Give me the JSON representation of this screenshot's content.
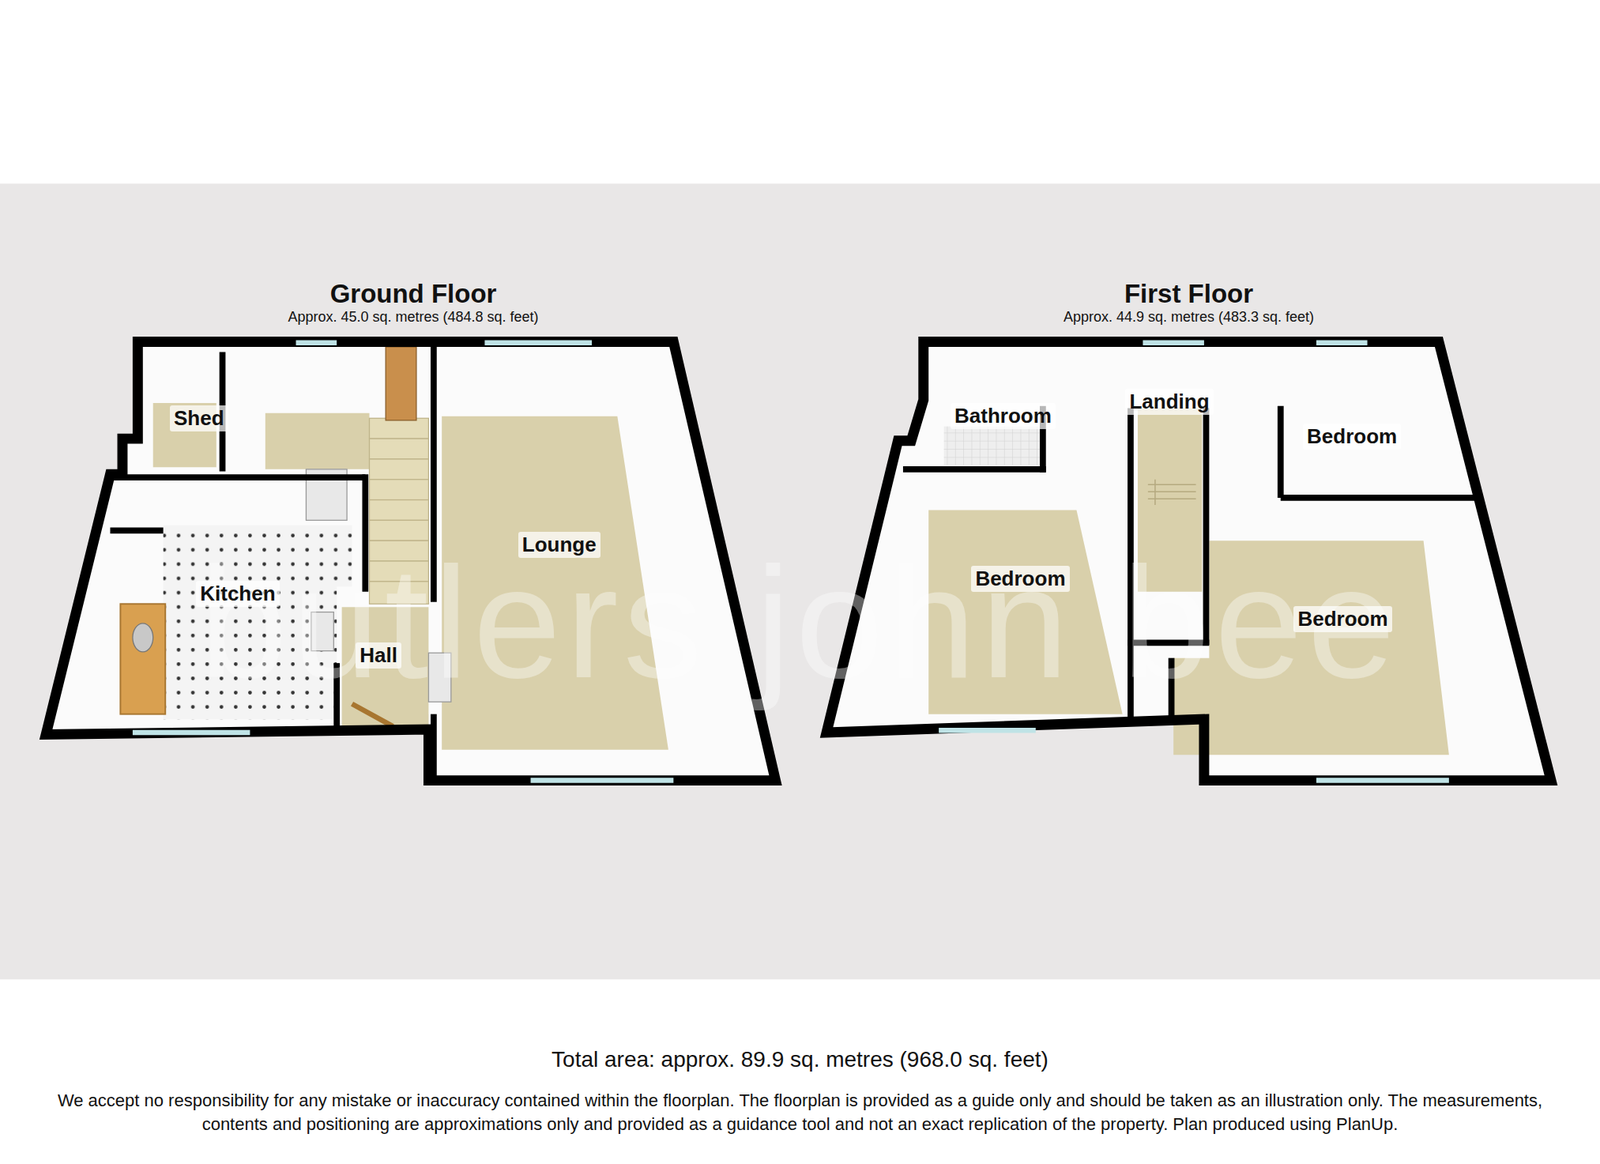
{
  "diagram": {
    "caption": "Total area: approx. 89.9 sq. metres (968.0 sq. feet)",
    "nodes": [
      {
        "text": [
          "Ground Floor",
          "Approx. 45.0 sq. metres (484.8 sq. feet)"
        ]
      },
      {
        "text": [
          "Shed"
        ],
        "in": 0
      },
      {
        "text": [
          "Kitchen"
        ],
        "in": 0
      },
      {
        "text": [
          "Hall"
        ],
        "in": 0
      },
      {
        "text": [
          "Lounge"
        ],
        "in": 0
      },
      {
        "text": [
          "First Floor",
          "Approx. 44.9 sq. metres (483.3 sq. feet)"
        ]
      },
      {
        "text": [
          "Bathroom"
        ],
        "in": 5
      },
      {
        "text": [
          "Landing"
        ],
        "in": 5
      },
      {
        "text": [
          "Bedroom"
        ],
        "in": 5
      },
      {
        "text": [
          "Bedroom"
        ],
        "in": 5
      },
      {
        "text": [
          "Bedroom"
        ],
        "in": 5
      }
    ],
    "labels": [
      "butlers john bee",
      "We accept no responsibility for any mistake or inaccuracy contained within the floorplan. The floorplan is provided as a guide only and should be taken as an illustration only. The measurements, contents and positioning are approximations only and provided as a guidance tool and not an exact replication of the property. Plan produced using PlanUp."
    ]
  }
}
